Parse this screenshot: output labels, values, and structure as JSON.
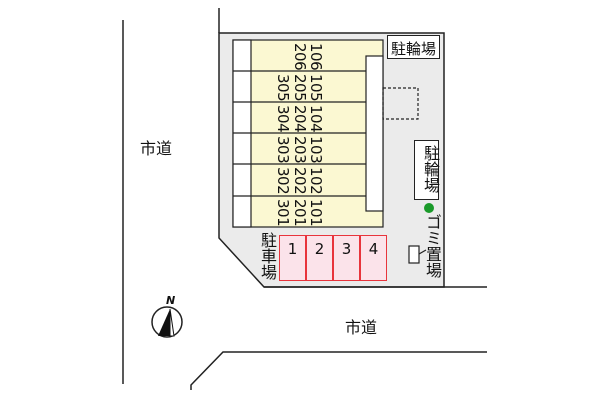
{
  "roads": {
    "west_label": "市道",
    "south_label": "市道"
  },
  "compass": {
    "label": "N"
  },
  "building": {
    "rows": [
      [
        "",
        "206",
        "106"
      ],
      [
        "305",
        "205",
        "105"
      ],
      [
        "304",
        "204",
        "104"
      ],
      [
        "303",
        "203",
        "103"
      ],
      [
        "302",
        "202",
        "102"
      ],
      [
        "301",
        "201",
        "101"
      ]
    ]
  },
  "bike_parking_top": "駐輪場",
  "bike_parking_right": "駐輪場",
  "garbage": "ゴミ置場",
  "parking": {
    "label": "駐車場",
    "spaces": [
      "1",
      "2",
      "3",
      "4"
    ]
  },
  "colors": {
    "lot": "#ebebeb",
    "building": "#fbf8d2",
    "parking_fill": "#fbe3ea",
    "parking_border": "#e8343c",
    "garbage_dot": "#1a9a2a"
  }
}
